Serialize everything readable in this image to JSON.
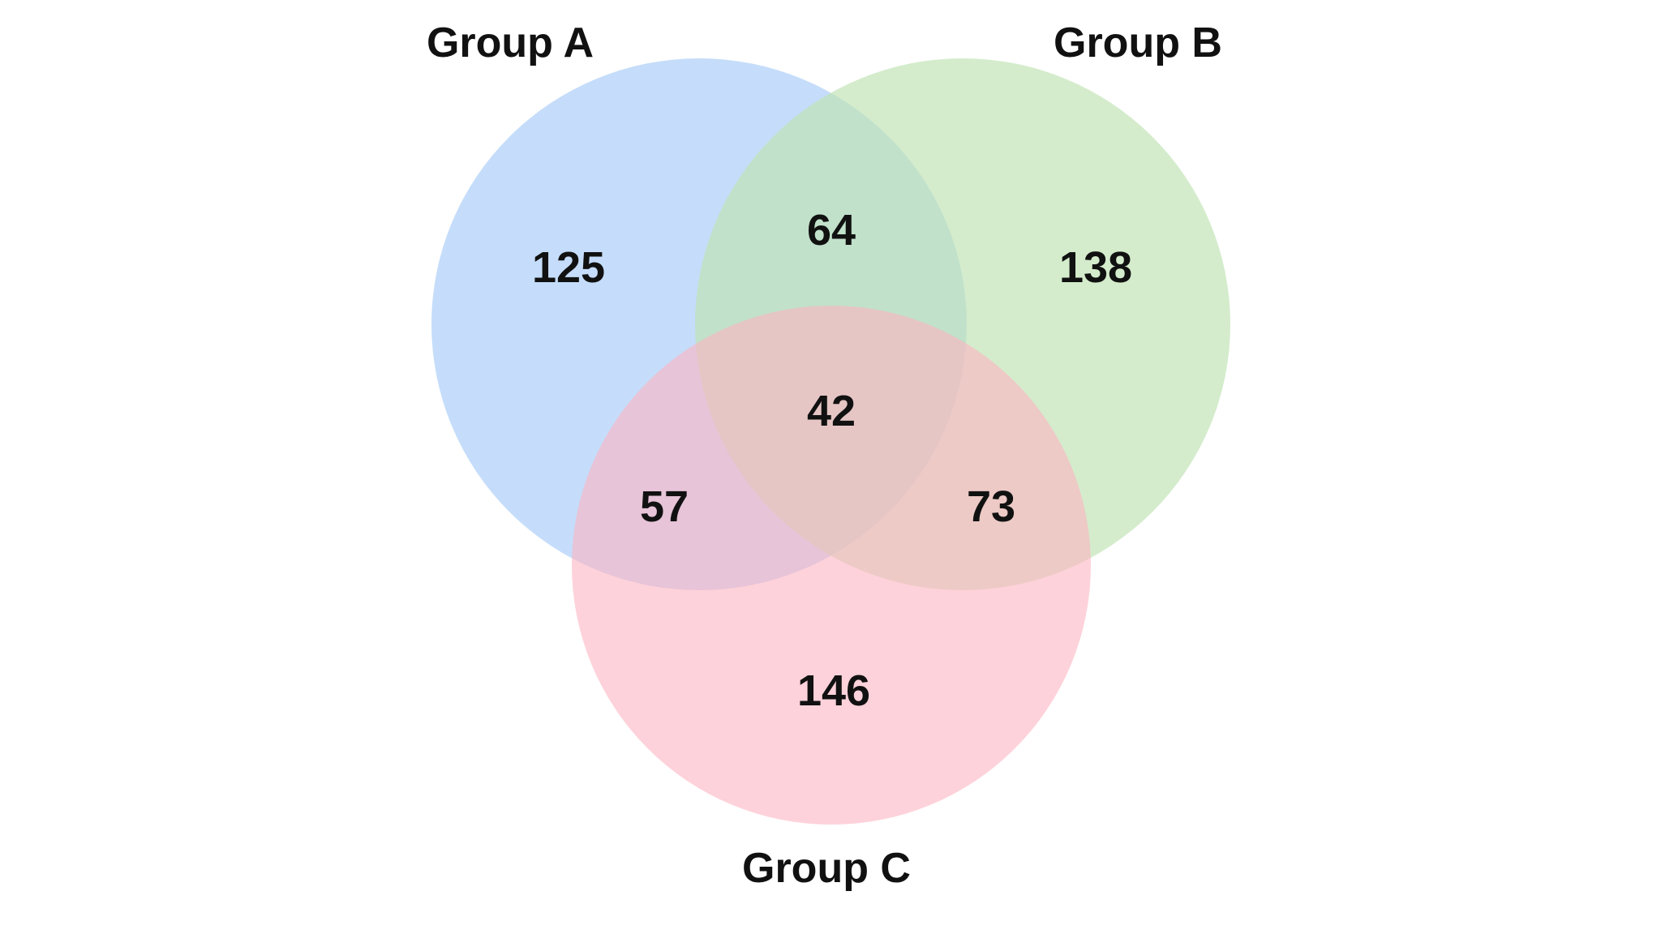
{
  "sets": [
    {
      "id": "A",
      "label": "Group A",
      "color": "#A9CDF7"
    },
    {
      "id": "B",
      "label": "Group B",
      "color": "#BFE3B4"
    },
    {
      "id": "C",
      "label": "Group C",
      "color": "#FDB4C1"
    }
  ],
  "regions": {
    "a_only": "125",
    "b_only": "138",
    "c_only": "146",
    "ab": "64",
    "ac": "57",
    "bc": "73",
    "abc": "42"
  }
}
